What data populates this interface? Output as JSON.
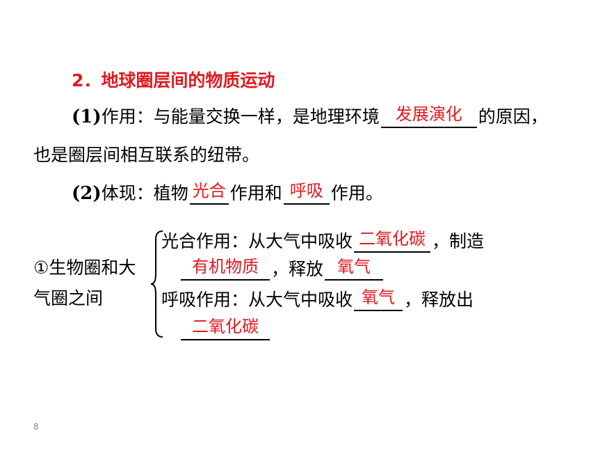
{
  "heading": "2．地球圈层间的物质运动",
  "p1": {
    "label": "(1)",
    "text_a": "作用：与能量交换一样，是地理环境",
    "blank": "发展演化",
    "text_b": "的原因，",
    "text_c": "也是圈层间相互联系的纽带。"
  },
  "p2": {
    "label": "(2)",
    "text_a": "体现：植物",
    "blank1": "光合",
    "text_b": "作用和",
    "blank2": "呼吸",
    "text_c": "作用。"
  },
  "item1": {
    "marker": "①生物圈和大",
    "marker2": "气圈之间",
    "photo": {
      "text_a": "光合作用：从大气中吸收",
      "blank1": "二氧化碳",
      "text_b": "，制造",
      "blank2": "有机物质",
      "text_c": "，释放",
      "blank3": "氧气"
    },
    "resp": {
      "text_a": "呼吸作用：从大气中吸收",
      "blank1": "氧气",
      "text_b": "，释放出",
      "blank2": "二氧化碳"
    }
  },
  "page_number": "8"
}
